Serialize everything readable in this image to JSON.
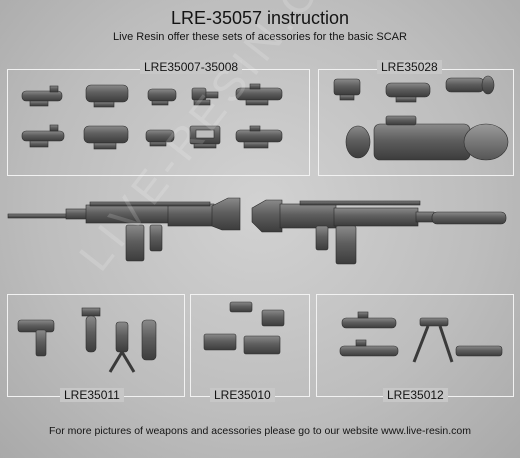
{
  "header": {
    "title": "LRE-35057 instruction",
    "subtitle": "Live Resin offer these sets of acessories for the basic SCAR"
  },
  "sets": {
    "set_a": "LRE35007-35008",
    "set_b": "LRE35028",
    "set_c": "LRE35011",
    "set_d": "LRE35010",
    "set_e": "LRE35012"
  },
  "watermark": "LIVE-RESIN.COM",
  "footer": {
    "text": "For more pictures of weapons and acessories please go to our website www.live-resin.com"
  }
}
